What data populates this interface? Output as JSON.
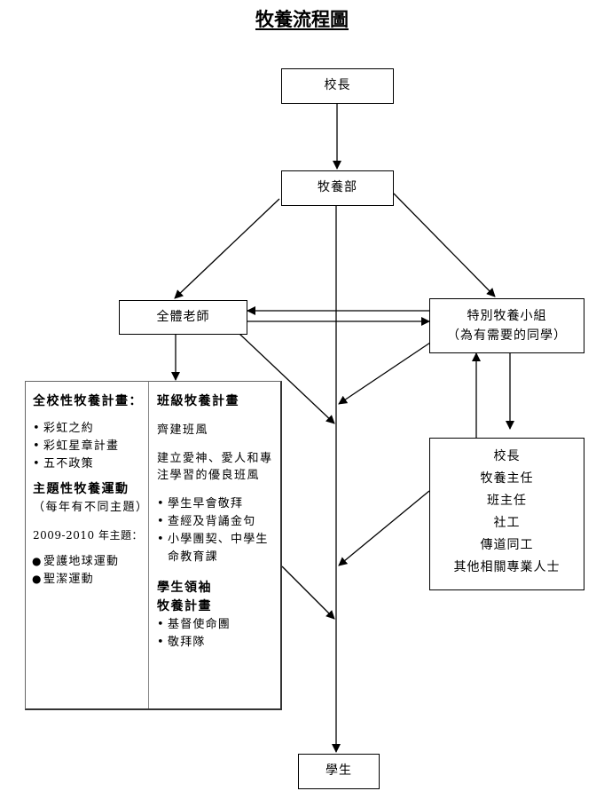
{
  "title": "牧養流程圖",
  "nodes": {
    "principal": "校長",
    "pastoral_dept": "牧養部",
    "all_teachers": "全體老師",
    "special_group": "特別牧養小組",
    "special_group_note": "（為有需要的同學）",
    "students": "學生"
  },
  "staff_list": [
    "校長",
    "牧養主任",
    "班主任",
    "社工",
    "傳道同工",
    "其他相關專業人士"
  ],
  "programs": {
    "school_wide": {
      "heading": "全校性牧養計畫：",
      "items": [
        "彩虹之約",
        "彩虹星章計畫",
        "五不政策"
      ]
    },
    "themed": {
      "heading": "主題性牧養運動",
      "note": "（每年有不同主題）",
      "year_label": "2009-2010 年主題：",
      "items": [
        "愛護地球運動",
        "聖潔運動"
      ]
    },
    "class": {
      "heading": "班級牧養計畫",
      "line1": "齊建班風",
      "line2": "建立愛神、愛人和專注學習的優良班風",
      "items": [
        "學生早會敬拜",
        "查經及背誦金句",
        "小學團契、中學生命教育課"
      ]
    },
    "leaders": {
      "heading_line1": "學生領袖",
      "heading_line2": "牧養計畫",
      "items": [
        "基督使命團",
        "敬拜隊"
      ]
    }
  }
}
